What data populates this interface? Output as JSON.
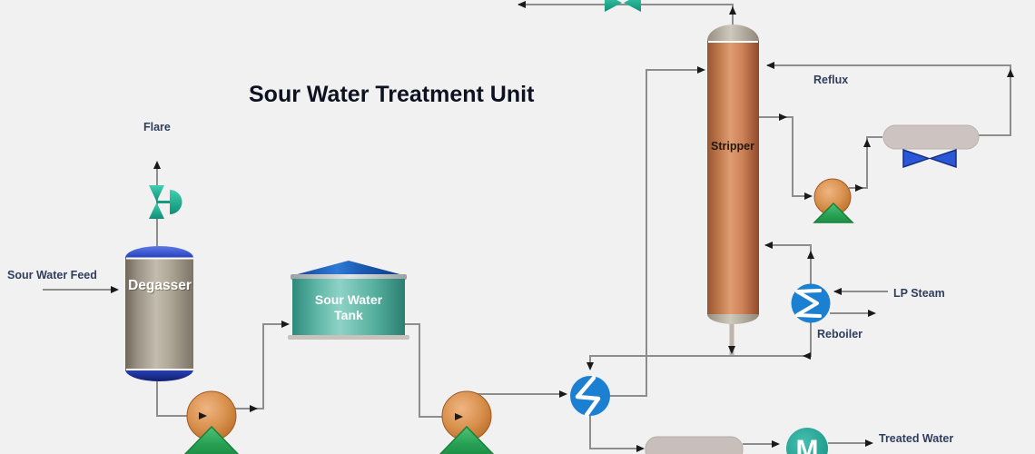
{
  "title": "Sour Water Treatment Unit",
  "labels": {
    "flare": "Flare",
    "feed": "Sour Water Feed",
    "reflux": "Reflux",
    "lp_steam": "LP Steam",
    "reboiler": "Reboiler",
    "treated_water": "Treated Water"
  },
  "equipment": {
    "degasser": {
      "label": "Degasser"
    },
    "tank": {
      "line1": "Sour Water",
      "line2": "Tank"
    },
    "stripper": {
      "label": "Stripper"
    },
    "motor_pump": {
      "label": "M"
    }
  },
  "colors": {
    "background": "#f1f1f2",
    "pipe_gray": "#8d8d8d",
    "arrow_black": "#1a1a1a",
    "stripper_copper": "#c97c52",
    "degasser_body_gray": "#a89f90",
    "vessel_cap_blue": "#2c46c0",
    "tank_teal": "#58b1a0",
    "tank_roof_blue": "#2f7ad6",
    "pump_orange": "#d9924f",
    "pump_base_green": "#27a254",
    "exchanger_blue": "#1b80d2",
    "valve_teal": "#1fae93",
    "fan_blue": "#2a57d8",
    "motor_teal": "#27a899",
    "cooler_drum_gray": "#cdc3c0",
    "label_text": "#2f3e5c"
  }
}
